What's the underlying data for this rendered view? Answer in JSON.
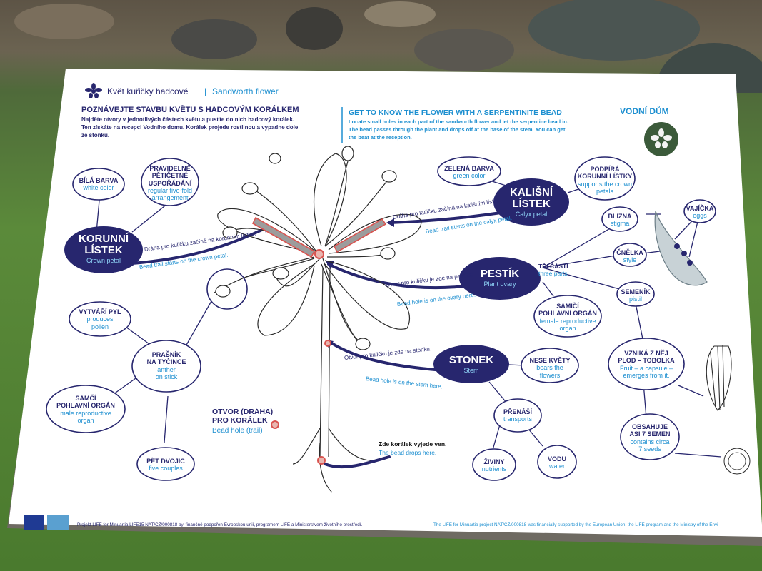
{
  "header": {
    "title_cz": "Květ kuřičky hadcové",
    "title_sep": "|",
    "title_en": "Sandworth flower",
    "logo_text": "VODNÍ DŮM"
  },
  "intro_cz": {
    "heading": "POZNÁVEJTE STAVBU KVĚTU S HADCOVÝM KORÁLKEM",
    "lines": [
      "Najděte otvory v jednotlivých částech květu a pusťte do nich hadcový korálek.",
      "Ten získáte na recepci Vodního domu. Korálek projede rostlinou a vypadne dole",
      "ze stonku."
    ]
  },
  "intro_en": {
    "heading": "GET TO KNOW THE FLOWER WITH A SERPENTINITE BEAD",
    "lines": [
      "Locate small holes in each part of the sandworth flower and let the serpentine bead in.",
      "The bead passes through the plant and drops off at the base of the stem. You can get",
      "the beat at the reception."
    ]
  },
  "main_parts": {
    "crown_petal": {
      "cz": "KORUNNÍ\nLÍSTEK",
      "en": "Crown petal"
    },
    "calyx_petal": {
      "cz": "KALIŠNÍ\nLÍSTEK",
      "en": "Calyx petal"
    },
    "ovary": {
      "cz": "PESTÍK",
      "en": "Plant ovary"
    },
    "stem": {
      "cz": "STONEK",
      "en": "Stem"
    }
  },
  "bubbles": {
    "white_color": {
      "cz": "BÍLÁ BARVA",
      "en": "white color"
    },
    "fivefold": {
      "cz": "PRAVIDELNÉ\nPĚTIČETNÉ\nUSPOŘÁDÁNÍ",
      "en": "regular five-fold\narrangement"
    },
    "green_color": {
      "cz": "ZELENÁ BARVA",
      "en": "green color"
    },
    "supports": {
      "cz": "PODPÍRÁ\nKORUNNÍ LÍSTKY",
      "en": "supports the crown\npetals"
    },
    "stigma": {
      "cz": "BLIZNA",
      "en": "stigma"
    },
    "eggs": {
      "cz": "VAJÍČKA",
      "en": "eggs"
    },
    "style": {
      "cz": "ČNĚLKA",
      "en": "style"
    },
    "pistil": {
      "cz": "SEMENÍK",
      "en": "pistil"
    },
    "female_organ": {
      "cz": "SAMIČÍ\nPOHLAVNÍ ORGÁN",
      "en": "female reproductive\norgan"
    },
    "capsule": {
      "cz": "VZNIKÁ Z NĚJ\nPLOD – TOBOLKA",
      "en": "Fruit – a capsule –\nemerges from it."
    },
    "seven_seeds": {
      "cz": "OBSAHUJE\nASI 7 SEMEN",
      "en": "contains circa\n7 seeds"
    },
    "pollen": {
      "cz": "VYTVÁŘÍ PYL",
      "en": "produces\npollen"
    },
    "anther": {
      "cz": "PRAŠNÍK\nNA TYČINCE",
      "en": "anther\non stick"
    },
    "male_organ": {
      "cz": "SAMČÍ\nPOHLAVNÍ ORGÁN",
      "en": "male reproductive\norgan"
    },
    "five_couples": {
      "cz": "PĚT DVOJIC",
      "en": "five couples"
    },
    "bears_flowers": {
      "cz": "NESE KVĚTY",
      "en": "bears the\nflowers"
    },
    "transports": {
      "cz": "PŘENÁŠÍ",
      "en": "transports"
    },
    "nutrients": {
      "cz": "ŽIVINY",
      "en": "nutrients"
    },
    "water": {
      "cz": "VODU",
      "en": "water"
    }
  },
  "three_parts": {
    "cz": "TŘI ČÁSTI",
    "en": "three parts"
  },
  "trails": {
    "crown_cz": "Dráha pro kuličku začíná na korunním lístku.",
    "crown_en": "Bead trail starts on the crown petal.",
    "calyx_cz": "Dráha pro kuličku začíná na kališním lístku.",
    "calyx_en": "Bead trail starts on the calyx petal.",
    "ovary_cz": "Otvor pro kuličku je zde na pestíku.",
    "ovary_en": "Bead hole is on the ovary here.",
    "stem_cz": "Otvor pro kuličku je zde na stonku.",
    "stem_en": "Bead hole is on the stem here."
  },
  "legend": {
    "cz": "OTVOR (DRÁHA)\nPRO KORÁLEK",
    "en": "Bead hole (trail)"
  },
  "drop": {
    "cz": "Zde korálek vyjede ven.",
    "en": "The bead drops here."
  },
  "footer": {
    "cz": "Projekt LIFE for Minuartia LIFE15 NAT/CZ/000818 byl finančně podpořen Evropskou unií, programem LIFE a Ministerstvem životního prostředí.",
    "en": "The LIFE for Minuartia project NAT/CZ/000818 was financially supported by the European Union, the LIFE program and the Ministry of the Envi"
  },
  "colors": {
    "navy": "#27266e",
    "accent_blue": "#1d8fd0",
    "board": "#ffffff",
    "grass": "#5b8a3a"
  }
}
